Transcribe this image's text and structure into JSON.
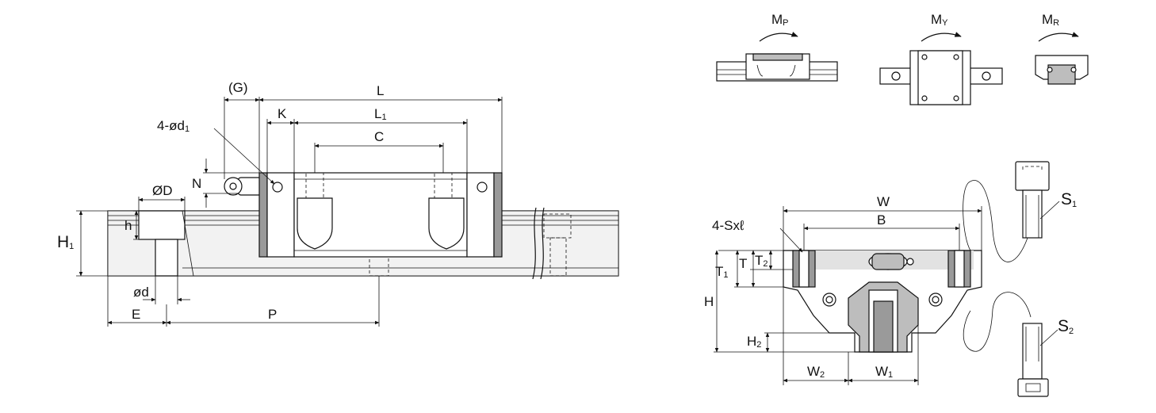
{
  "drawing": {
    "side_view_labels": {
      "g": "(G)",
      "l": "L",
      "k": "K",
      "l1": "L1",
      "c": "C",
      "four_od1": "4-ød1",
      "n": "N",
      "od": "ØD",
      "h": "h",
      "h1": "H1",
      "od_small": "ød",
      "e": "E",
      "p": "P"
    },
    "moment_labels": {
      "mp": "MP",
      "my": "MY",
      "mr": "MR"
    },
    "front_view_labels": {
      "w": "W",
      "b": "B",
      "four_sxl": "4-Sxℓ",
      "t": "T",
      "t1": "T1",
      "t2": "T2",
      "h_big": "H",
      "h2": "H2",
      "w2": "W2",
      "w1": "W1"
    },
    "bolt_labels": {
      "s1": "S1",
      "s2": "S2"
    }
  }
}
